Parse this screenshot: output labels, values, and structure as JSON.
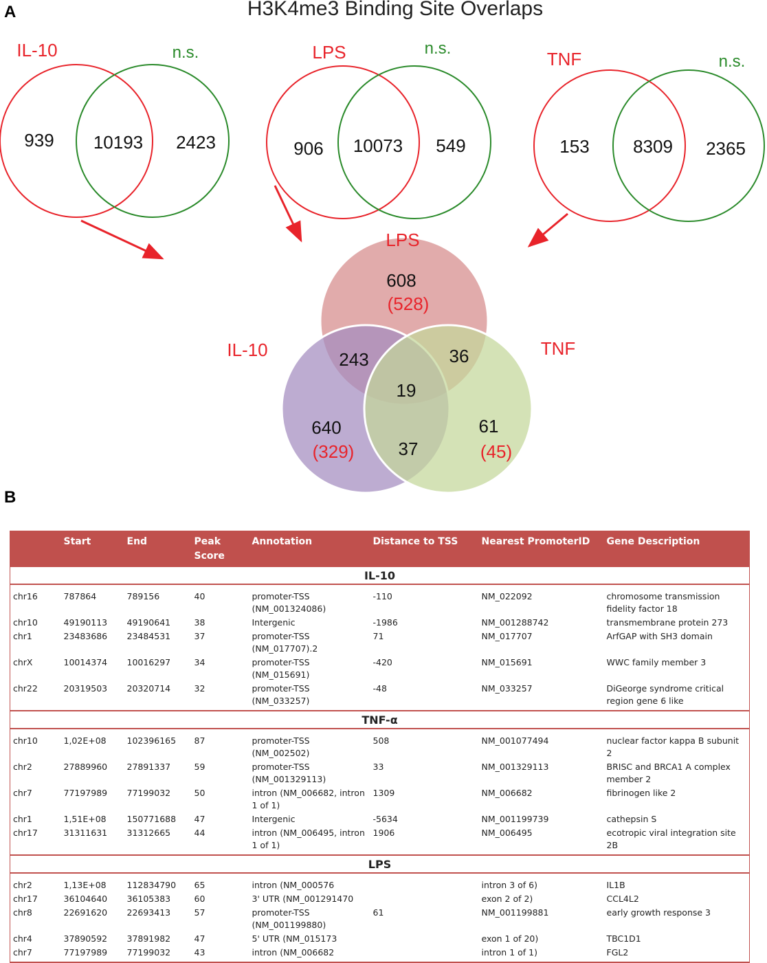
{
  "panels": {
    "a": "A",
    "b": "B"
  },
  "title": "H3K4me3 Binding Site Overlaps",
  "colors": {
    "red": "#e8232a",
    "green": "#2a8a2a",
    "header": "#c0504d",
    "lps_fill": "#d68a8a",
    "il10_fill": "#a48cbf",
    "tnf_fill": "#c3d79a"
  },
  "pairwise": [
    {
      "left_label": "IL-10",
      "right_label": "n.s.",
      "left_only": "939",
      "shared": "10193",
      "right_only": "2423"
    },
    {
      "left_label": "LPS",
      "right_label": "n.s.",
      "left_only": "906",
      "shared": "10073",
      "right_only": "549"
    },
    {
      "left_label": "TNF",
      "right_label": "n.s.",
      "left_only": "153",
      "shared": "8309",
      "right_only": "2365"
    }
  ],
  "triple": {
    "labels": {
      "lps": "LPS",
      "il10": "IL-10",
      "tnf": "TNF"
    },
    "lps_only": "608",
    "lps_only_sub": "(528)",
    "il10_only": "640",
    "il10_only_sub": "(329)",
    "tnf_only": "61",
    "tnf_only_sub": "(45)",
    "lps_il10": "243",
    "lps_tnf": "36",
    "il10_tnf": "37",
    "all": "19"
  },
  "table": {
    "headers": [
      "",
      "Start",
      "End",
      "Peak Score",
      "Annotation",
      "Distance to TSS",
      "Nearest PromoterID",
      "Gene Description"
    ],
    "groups": [
      {
        "name": "IL-10",
        "rows": [
          [
            "chr16",
            "787864",
            "789156",
            "40",
            "promoter-TSS (NM_001324086)",
            "-110",
            "NM_022092",
            "chromosome transmission fidelity factor 18"
          ],
          [
            "chr10",
            "49190113",
            "49190641",
            "38",
            "Intergenic",
            "-1986",
            "NM_001288742",
            "transmembrane protein 273"
          ],
          [
            "chr1",
            "23483686",
            "23484531",
            "37",
            "promoter-TSS (NM_017707).2",
            "71",
            "NM_017707",
            "ArfGAP with SH3 domain"
          ],
          [
            "chrX",
            "10014374",
            "10016297",
            "34",
            "promoter-TSS (NM_015691)",
            "-420",
            "NM_015691",
            "WWC family member 3"
          ],
          [
            "chr22",
            "20319503",
            "20320714",
            "32",
            "promoter-TSS (NM_033257)",
            "-48",
            "NM_033257",
            "DiGeorge syndrome critical region gene 6 like"
          ]
        ]
      },
      {
        "name": "TNF-α",
        "rows": [
          [
            "chr10",
            "1,02E+08",
            "102396165",
            "87",
            "promoter-TSS (NM_002502)",
            "508",
            "NM_001077494",
            "nuclear factor kappa B subunit 2"
          ],
          [
            "chr2",
            "27889960",
            "27891337",
            "59",
            "promoter-TSS (NM_001329113)",
            "33",
            "NM_001329113",
            "BRISC and BRCA1 A complex member 2"
          ],
          [
            "chr7",
            "77197989",
            "77199032",
            "50",
            "intron (NM_006682, intron 1 of 1)",
            "1309",
            "NM_006682",
            "fibrinogen like 2"
          ],
          [
            "chr1",
            "1,51E+08",
            "150771688",
            "47",
            "Intergenic",
            "-5634",
            "NM_001199739",
            "cathepsin S"
          ],
          [
            "chr17",
            "31311631",
            "31312665",
            "44",
            "intron (NM_006495, intron 1 of 1)",
            "1906",
            "NM_006495",
            "ecotropic viral integration site 2B"
          ]
        ]
      },
      {
        "name": "LPS",
        "rows": [
          [
            "chr2",
            "1,13E+08",
            "112834790",
            "65",
            "intron (NM_000576",
            "",
            "intron 3 of 6)",
            "IL1B"
          ],
          [
            "chr17",
            "36104640",
            "36105383",
            "60",
            "3' UTR (NM_001291470",
            "",
            "exon 2 of 2)",
            "CCL4L2"
          ],
          [
            "chr8",
            "22691620",
            "22693413",
            "57",
            "promoter-TSS (NM_001199880)",
            "61",
            "NM_001199881",
            "early growth response 3"
          ],
          [
            "chr4",
            "37890592",
            "37891982",
            "47",
            "5' UTR (NM_015173",
            "",
            "exon 1 of 20)",
            "TBC1D1"
          ],
          [
            "chr7",
            "77197989",
            "77199032",
            "43",
            "intron (NM_006682",
            "",
            "intron 1 of 1)",
            "FGL2"
          ]
        ]
      }
    ]
  }
}
